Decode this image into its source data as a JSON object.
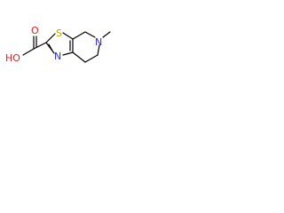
{
  "molecule": {
    "atoms": {
      "sulfur": "S",
      "thiazole_nitrogen": "N",
      "ring_nitrogen": "N",
      "carboxyl_hydroxyl": "HO",
      "carbonyl_oxygen": "O"
    }
  },
  "colors": {
    "bond": "#000000",
    "sulfur": "#c8a400",
    "nitrogen": "#2a2ad8",
    "oxygen": "#e02020"
  }
}
